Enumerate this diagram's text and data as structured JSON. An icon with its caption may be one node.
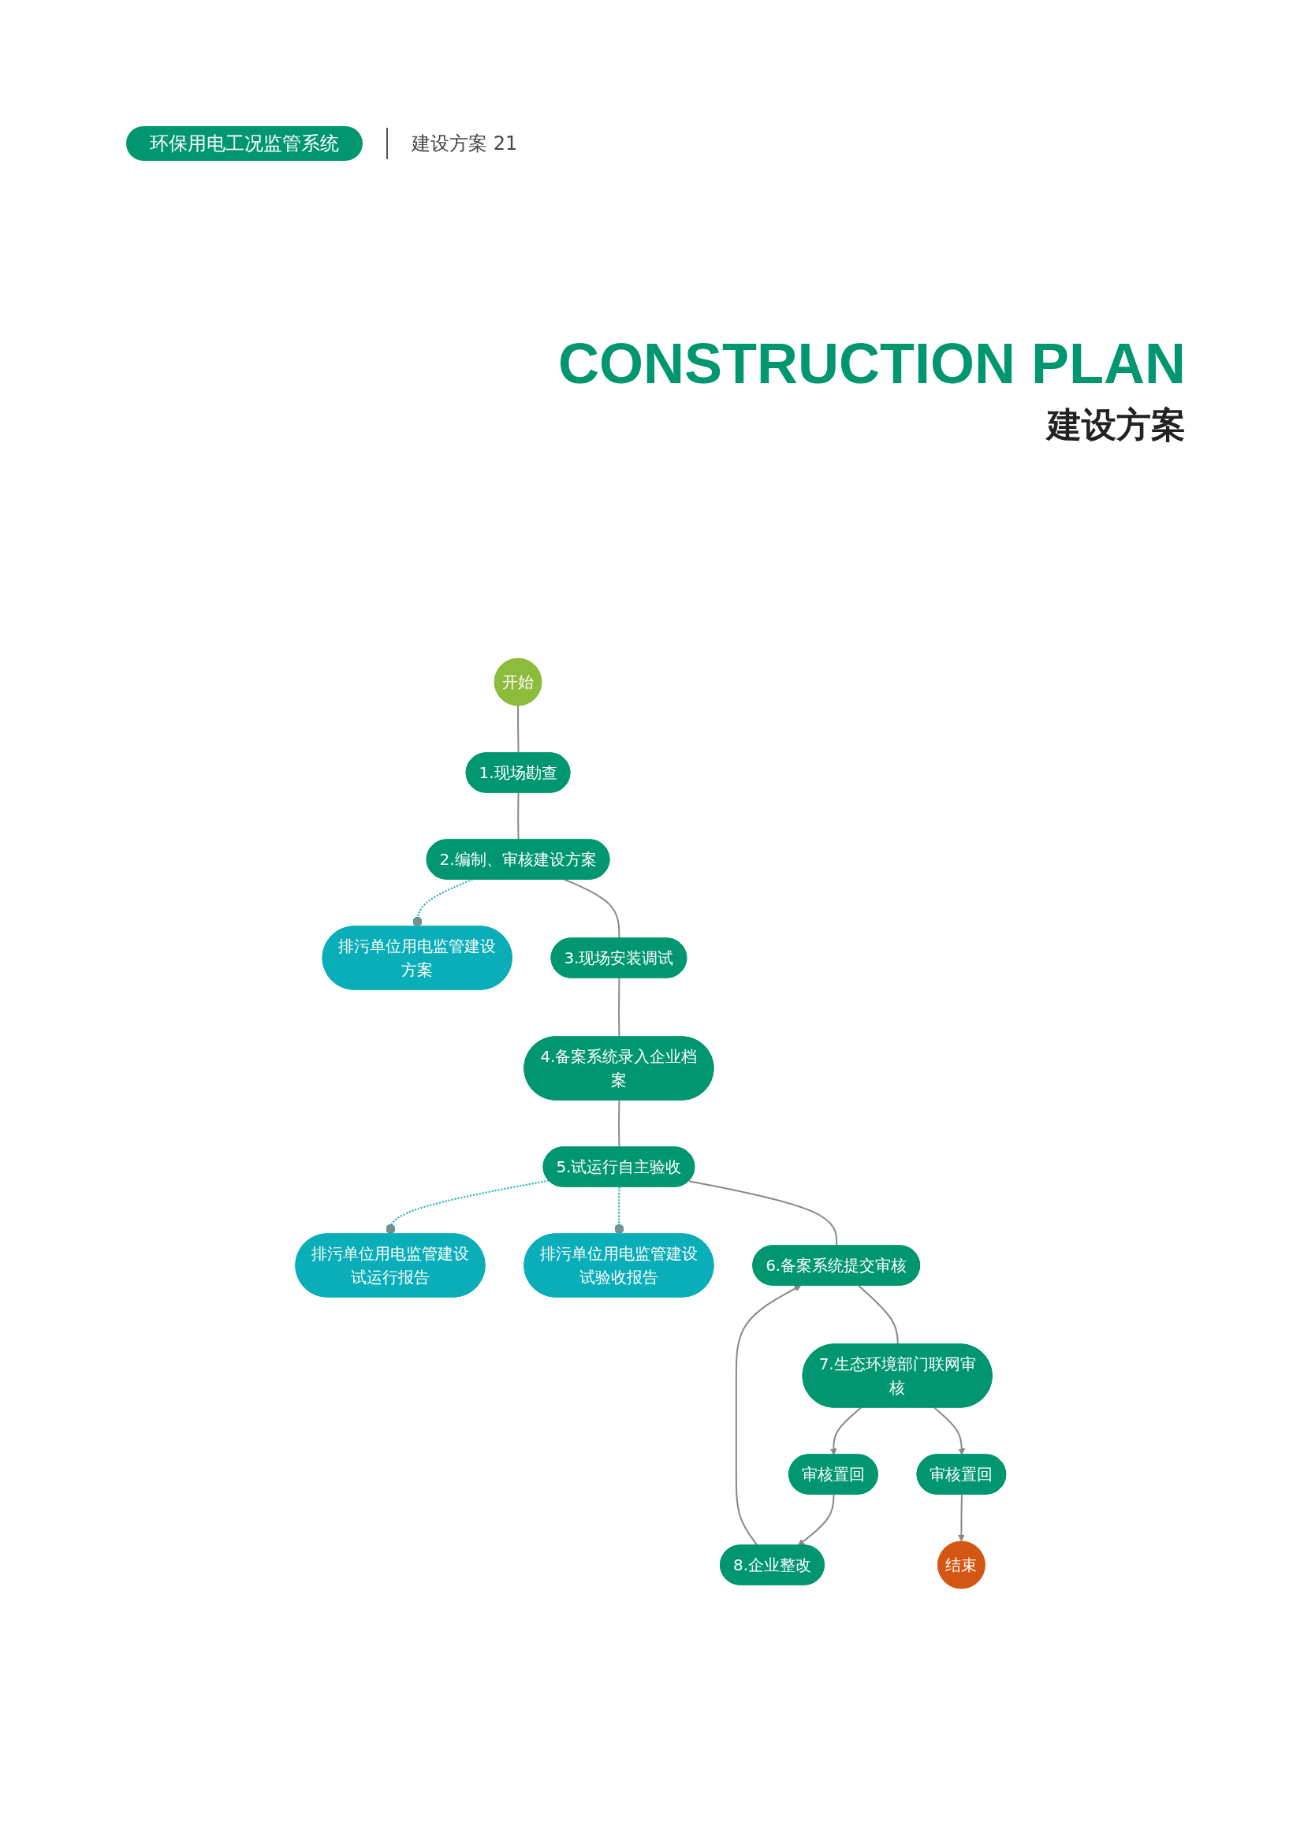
{
  "diagram": {
    "title": "CONSTRUCTION PLAN",
    "nodes": [
      {
        "text": [
          "开始"
        ]
      },
      {
        "text": [
          "1.现场勘查"
        ]
      },
      {
        "text": [
          "2.编制、审核建设方案"
        ]
      },
      {
        "text": [
          "排污单位用电监管建设方案"
        ]
      },
      {
        "text": [
          "3.现场安装调试"
        ]
      },
      {
        "text": [
          "4.备案系统录入企业档案"
        ]
      },
      {
        "text": [
          "5.试运行自主验收"
        ]
      },
      {
        "text": [
          "排污单位用电监管建设试运行报告"
        ]
      },
      {
        "text": [
          "排污单位用电监管建设试验收报告"
        ]
      },
      {
        "text": [
          "6.备案系统提交审核"
        ]
      },
      {
        "text": [
          "7.生态环境部门联网审核"
        ]
      },
      {
        "text": [
          "审核置回"
        ]
      },
      {
        "text": [
          "8.企业整改"
        ]
      },
      {
        "text": [
          "审核置回"
        ]
      },
      {
        "text": [
          "结束"
        ]
      }
    ],
    "edges": [
      {
        "from": 0,
        "to": 1,
        "arrow": "none"
      },
      {
        "from": 1,
        "to": 2,
        "arrow": "none"
      },
      {
        "from": 2,
        "to": 3,
        "arrow": "other",
        "style": "dashed",
        "color": "#0aaeb8"
      },
      {
        "from": 2,
        "to": 4,
        "arrow": "none"
      },
      {
        "from": 4,
        "to": 5,
        "arrow": "none"
      },
      {
        "from": 5,
        "to": 6,
        "arrow": "none"
      },
      {
        "from": 6,
        "to": 7,
        "arrow": "other",
        "style": "dashed",
        "color": "#0aaeb8"
      },
      {
        "from": 6,
        "to": 8,
        "arrow": "other",
        "style": "dashed",
        "color": "#0aaeb8"
      },
      {
        "from": 6,
        "to": 9,
        "arrow": "none"
      },
      {
        "from": 9,
        "to": 10,
        "arrow": "none"
      },
      {
        "from": 10,
        "to": 11,
        "arrow": "to"
      },
      {
        "from": 11,
        "to": 12,
        "arrow": "to"
      },
      {
        "from": 12,
        "to": 9,
        "arrow": "to"
      },
      {
        "from": 10,
        "to": 13,
        "arrow": "to"
      },
      {
        "from": 13,
        "to": 14,
        "arrow": "to"
      }
    ],
    "labels": [
      "环保用电工况监管系统",
      "建设方案 21",
      "建设方案"
    ]
  }
}
